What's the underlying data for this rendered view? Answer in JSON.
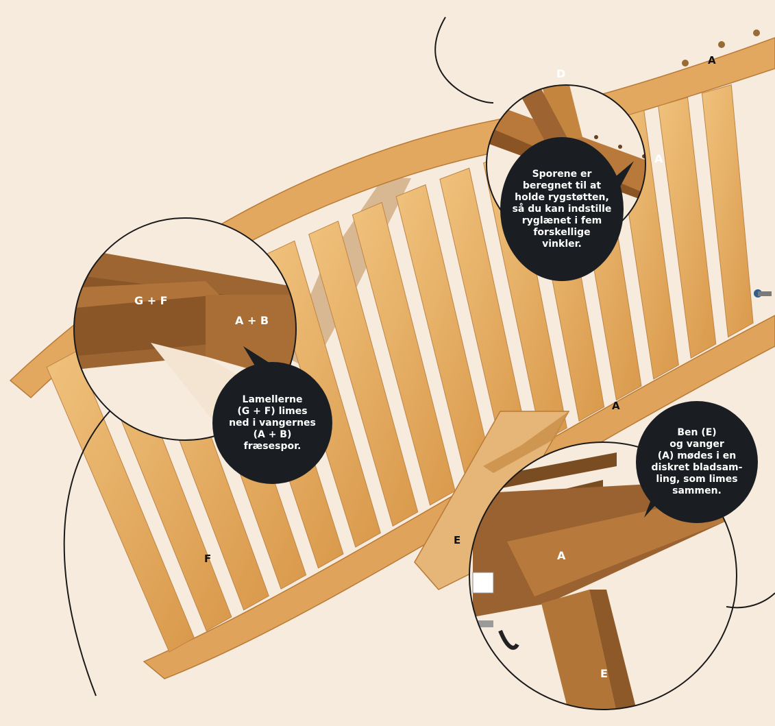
{
  "colors": {
    "background": "#f7ebdd",
    "wood_light": "#eab56a",
    "wood_mid": "#d99a4c",
    "wood_dark": "#a9692c",
    "bubble": "#1a1e22",
    "line": "#1a1a1a"
  },
  "parts": {
    "a_top": "A",
    "a_middle": "A",
    "f": "F",
    "e_main": "E"
  },
  "zooms": {
    "top_right": {
      "label_d": "D",
      "label_a": "A"
    },
    "left": {
      "label_gf": "G + F",
      "label_ab": "A + B"
    },
    "bottom_right": {
      "label_a": "A",
      "label_e": "E"
    }
  },
  "callouts": {
    "slots": "Sporene er\nberegnet til at\nholde rygstøtten,\nså du kan indstille\nryglænet i fem\nforskellige\nvinkler.",
    "slats": "Lamellerne\n(G + F) limes\nned i vangernes\n(A + B)\nfræsespor.",
    "joint": "Ben (E)\nog vanger\n(A) mødes i en\ndiskret bladsam-\nling, som limes\nsammen."
  }
}
